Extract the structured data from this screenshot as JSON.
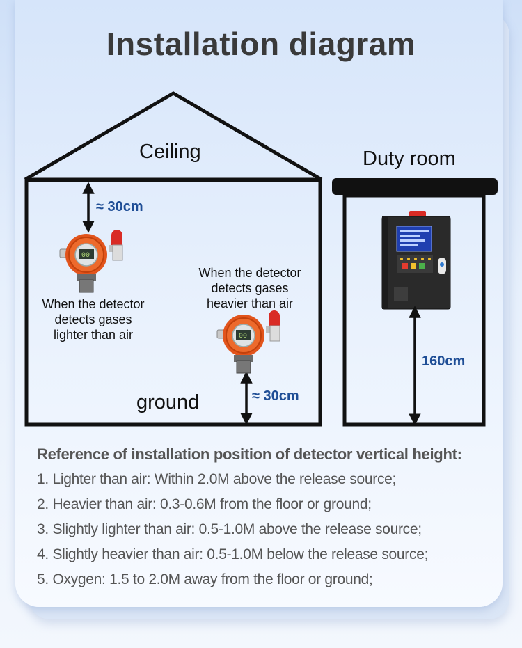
{
  "title": "Installation diagram",
  "house": {
    "ceiling_label": "Ceiling",
    "ground_label": "ground",
    "top_distance": "≈ 30cm",
    "bottom_distance": "≈ 30cm",
    "lighter_caption": "When the detector\ndetects gases\nlighter than air",
    "heavier_caption": "When the detector\ndetects gases\nheavier than air"
  },
  "duty_room": {
    "label": "Duty room",
    "height": "160cm"
  },
  "reference": {
    "title": "Reference of installation position of detector vertical height:",
    "items": [
      "1. Lighter than air: Within 2.0M above the release source;",
      "2. Heavier than air: 0.3-0.6M from the floor or ground;",
      "3. Slightly lighter than air: 0.5-1.0M above the release source;",
      "4. Slightly heavier than air: 0.5-1.0M below the release source;",
      "5. Oxygen: 1.5 to 2.0M away from the floor or ground;"
    ]
  },
  "colors": {
    "detector_body": "#e2541c",
    "measure_text": "#1f4e96",
    "panel_body": "#2a2a2a",
    "alarm_red": "#d92b25"
  }
}
